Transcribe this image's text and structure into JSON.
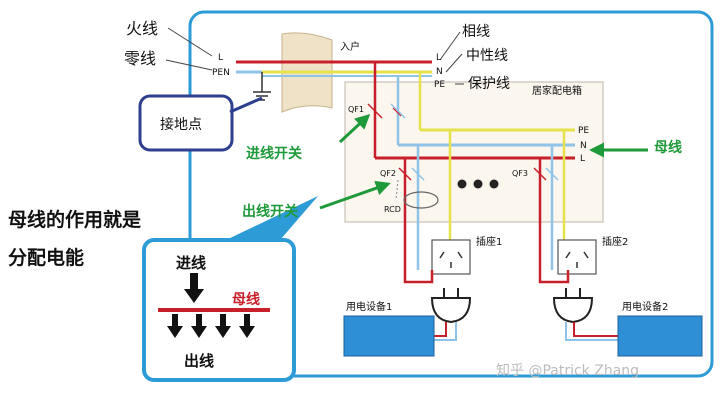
{
  "left_labels": {
    "fire_line": "火线",
    "zero_line": "零线"
  },
  "terminals": {
    "L": "L",
    "PEN": "PEN",
    "N": "N",
    "PE": "PE"
  },
  "top_labels": {
    "entry": "入户",
    "phase": "相线",
    "neutral": "中性线",
    "protect": "保护线"
  },
  "box": {
    "title": "居家配电箱"
  },
  "callouts": {
    "ground_point": "接地点",
    "incoming_switch": "进线开关",
    "outgoing_switch": "出线开关",
    "busbar": "母线"
  },
  "breakers": {
    "qf1": "QF1",
    "qf2": "QF2",
    "qf3": "QF3",
    "rcd": "RCD"
  },
  "sockets": {
    "s1": "插座1",
    "s2": "插座2"
  },
  "devices": {
    "d1": "用电设备1",
    "d2": "用电设备2"
  },
  "statement": {
    "line1": "母线的作用就是",
    "line2": "分配电能"
  },
  "inset": {
    "incoming": "进线",
    "busbar": "母线",
    "outgoing": "出线"
  },
  "watermark": "知乎 @Patrick Zhang",
  "colors": {
    "phase": "#c8202a",
    "neutral": "#8fc3e8",
    "protect": "#e6e24a",
    "frame": "#2d9bd6",
    "label_green": "#1f9a3a",
    "callout_border": "#2f3f8f"
  }
}
